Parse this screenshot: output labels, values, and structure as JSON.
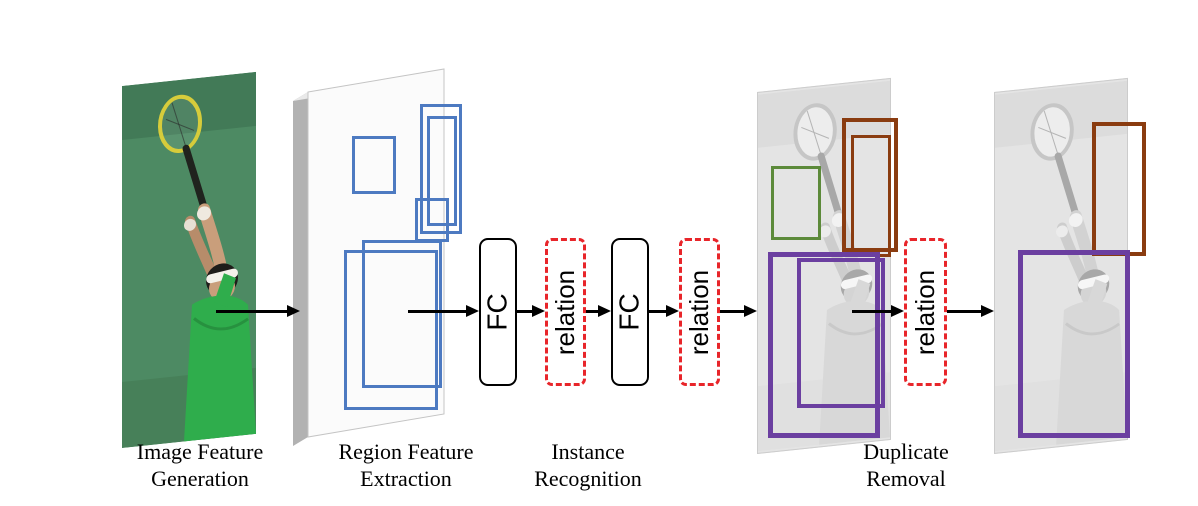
{
  "figure": {
    "stages": [
      {
        "lines": [
          "Image Feature",
          "Generation"
        ]
      },
      {
        "lines": [
          "Region Feature",
          "Extraction"
        ]
      },
      {
        "lines": [
          "Instance",
          "Recognition"
        ]
      },
      {
        "lines": [
          "Duplicate",
          "Removal"
        ]
      }
    ],
    "blocks": {
      "fc1": "FC",
      "relation1": "relation",
      "fc2": "FC",
      "relation2": "relation",
      "relation3": "relation"
    },
    "colors": {
      "region_box_blue": "#4d7ac1",
      "relation_red": "#e8252a",
      "green_box": "#5c8a3a",
      "brown_box": "#8a3c10",
      "purple_box": "#6b3fa0"
    }
  }
}
